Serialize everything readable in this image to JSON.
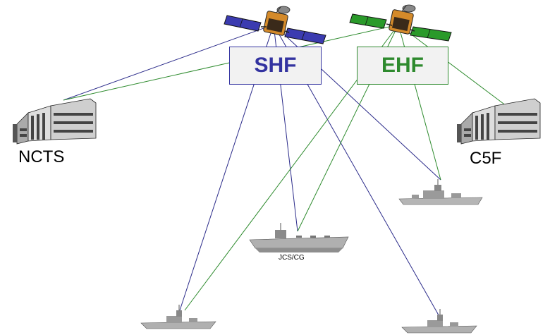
{
  "bands": {
    "shf": {
      "label": "SHF",
      "color": "#3333a0",
      "line_color": "#2b2b8a"
    },
    "ehf": {
      "label": "EHF",
      "color": "#2e8a2e",
      "line_color": "#2e8b2e"
    }
  },
  "sites": {
    "left": {
      "label": "NCTS"
    },
    "right": {
      "label": "C5F"
    }
  },
  "ships": {
    "carrier": {
      "label": "JCS/CG"
    }
  }
}
